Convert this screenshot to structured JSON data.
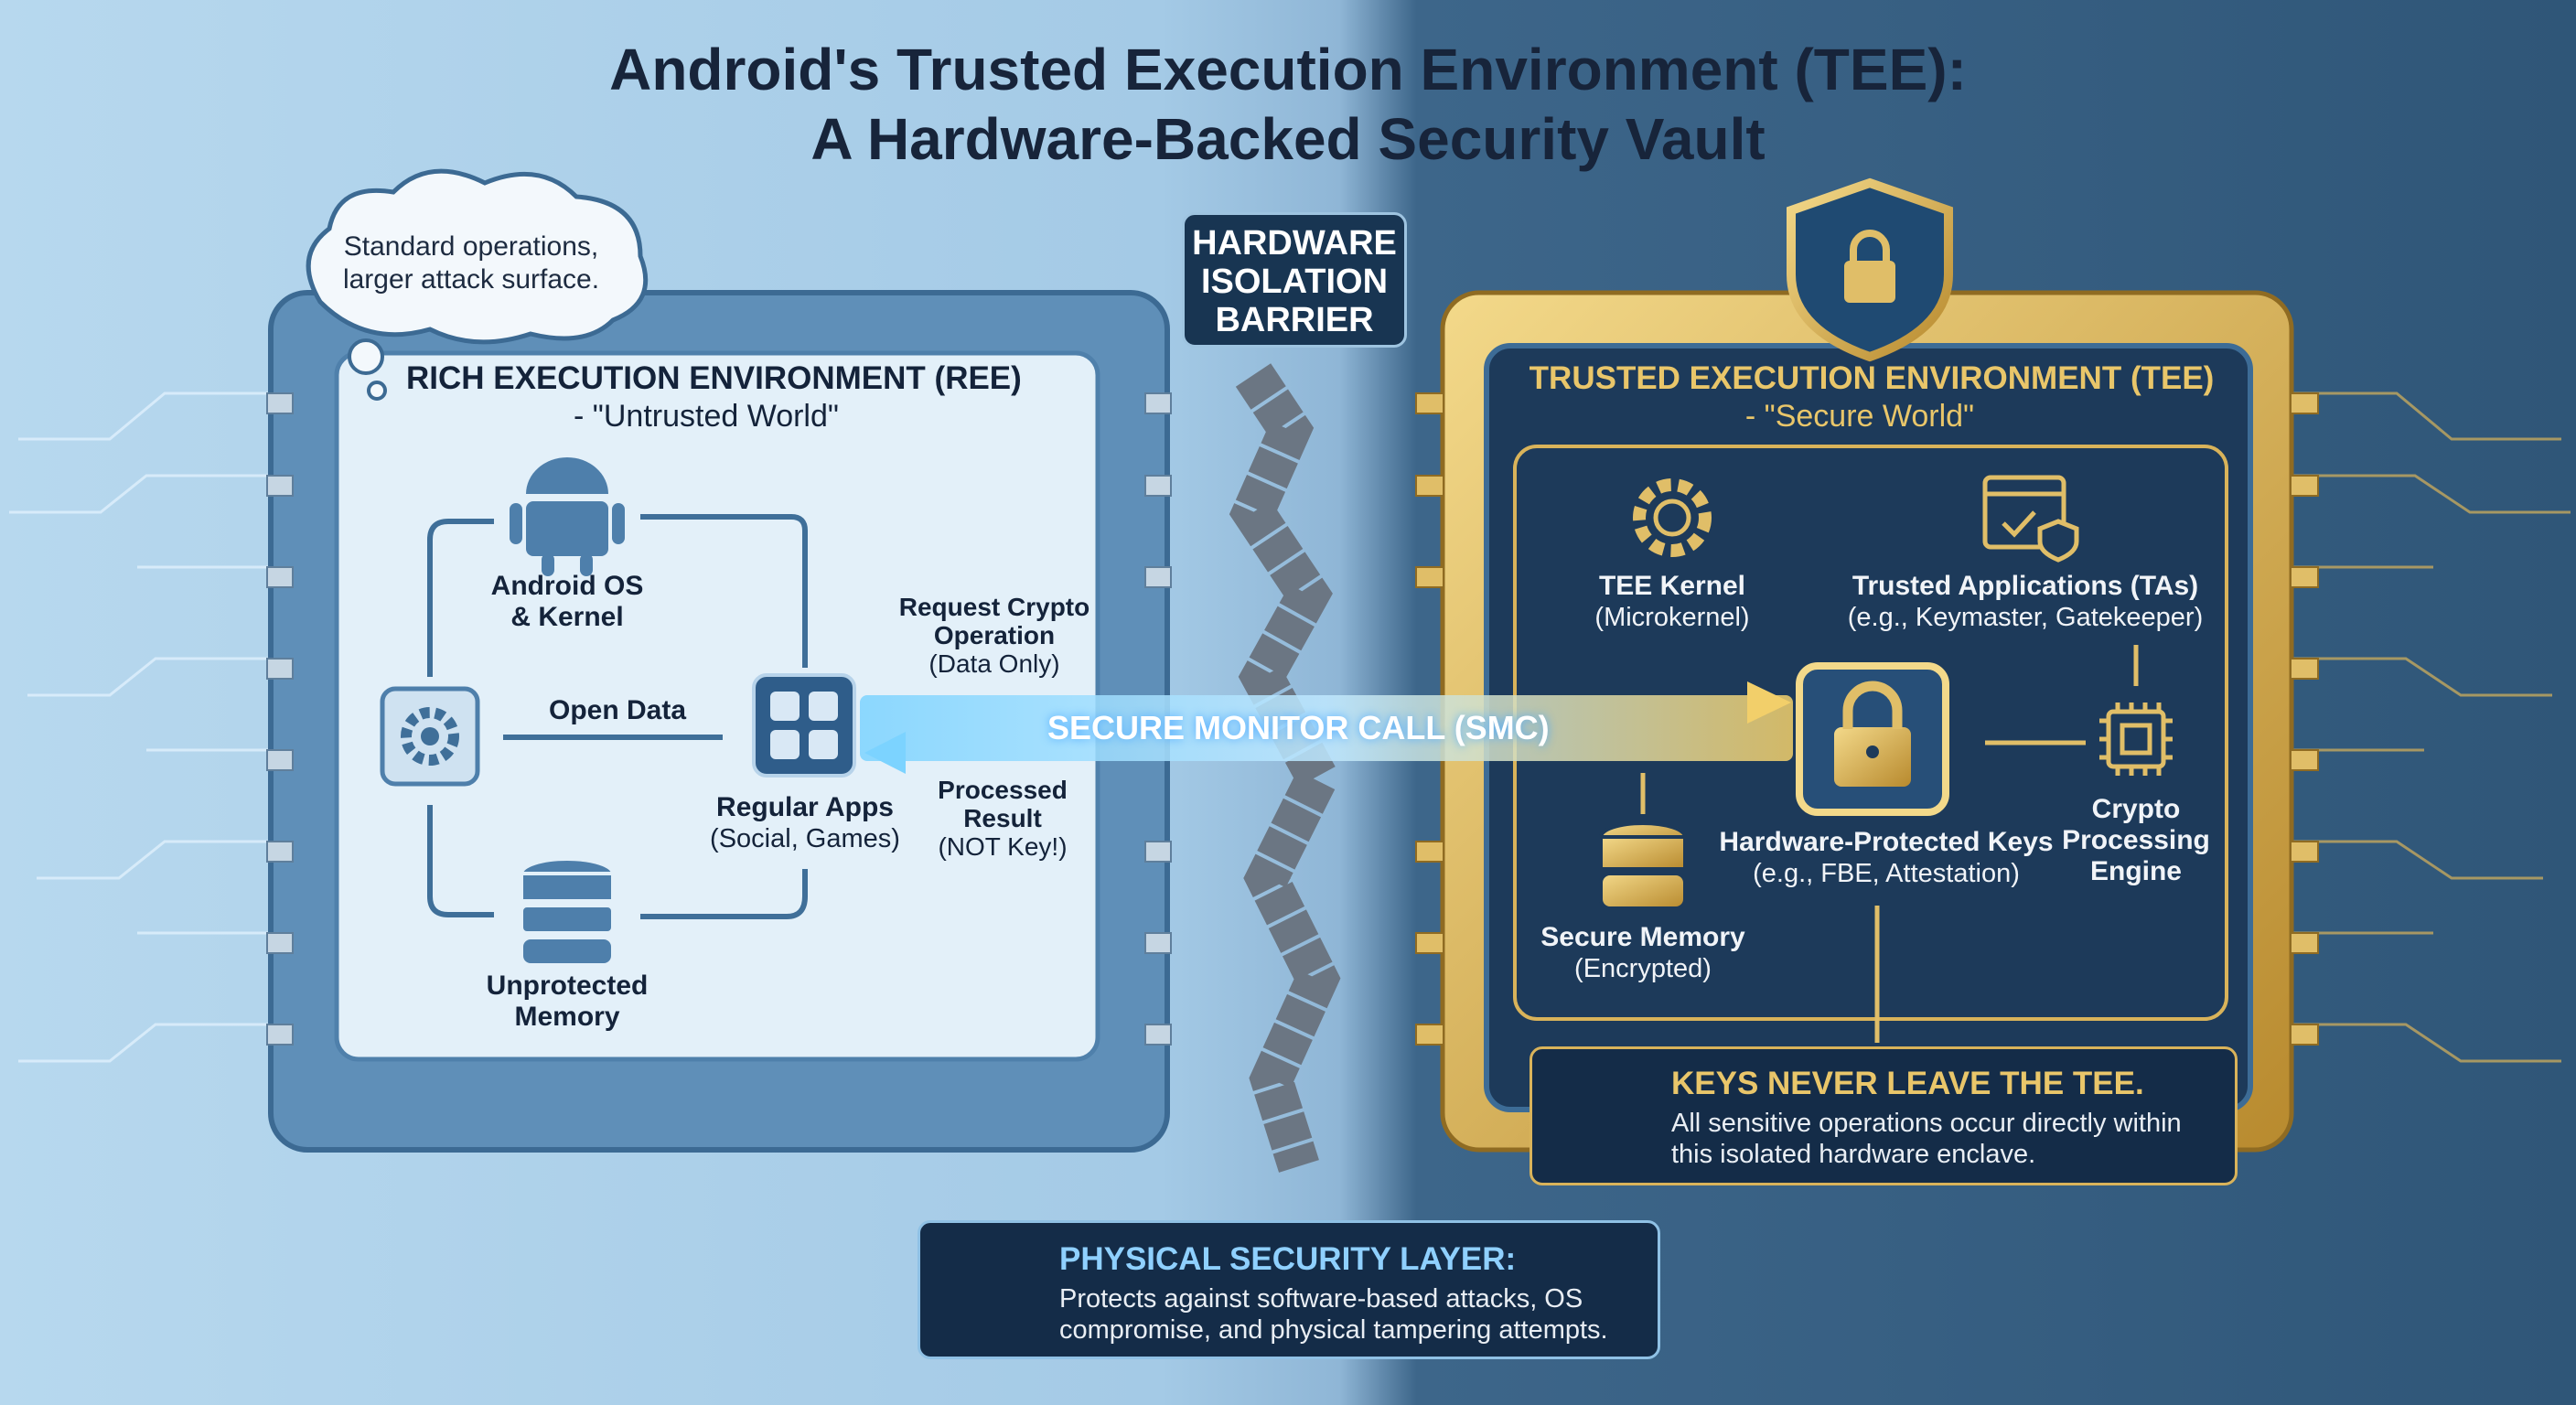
{
  "title": {
    "line1": "Android's Trusted Execution Environment (TEE):",
    "line2": "A Hardware-Backed Security Vault"
  },
  "ree": {
    "cloud": {
      "line1": "Standard operations,",
      "line2": "larger attack surface."
    },
    "title": "RICH EXECUTION ENVIRONMENT (REE)",
    "subtitle": "- \"Untrusted World\"",
    "android": {
      "line1": "Android OS",
      "line2": "& Kernel"
    },
    "open_data": "Open Data",
    "apps": {
      "line1": "Regular Apps",
      "line2": "(Social, Games)"
    },
    "memory": {
      "line1": "Unprotected",
      "line2": "Memory"
    },
    "request": {
      "line1": "Request Crypto",
      "line2": "Operation",
      "line3": "(Data Only)"
    },
    "result": {
      "line1": "Processed",
      "line2": "Result",
      "line3": "(NOT Key!)"
    }
  },
  "barrier": {
    "line1": "HARDWARE",
    "line2": "ISOLATION",
    "line3": "BARRIER"
  },
  "smc": "SECURE MONITOR CALL (SMC)",
  "tee": {
    "title": "TRUSTED EXECUTION ENVIRONMENT (TEE)",
    "subtitle": "- \"Secure World\"",
    "kernel": {
      "line1": "TEE Kernel",
      "line2": "(Microkernel)"
    },
    "tas": {
      "line1": "Trusted Applications (TAs)",
      "line2": "(e.g., Keymaster, Gatekeeper)"
    },
    "keys": {
      "line1": "Hardware-Protected Keys",
      "line2": "(e.g., FBE, Attestation)"
    },
    "crypto": {
      "line1": "Crypto",
      "line2": "Processing",
      "line3": "Engine"
    },
    "memory": {
      "line1": "Secure Memory",
      "line2": "(Encrypted)"
    }
  },
  "keys_box": {
    "heading": "KEYS NEVER LEAVE THE TEE.",
    "line1": "All sensitive operations occur directly within",
    "line2": "this isolated hardware enclave."
  },
  "physical": {
    "heading": "PHYSICAL SECURITY LAYER:",
    "line1": "Protects against software-based attacks, OS",
    "line2": "compromise, and physical tampering attempts."
  },
  "colors": {
    "ree_blue": "#4a7eaa",
    "tee_gold": "#d9b35a",
    "tee_navy": "#1b3655"
  }
}
